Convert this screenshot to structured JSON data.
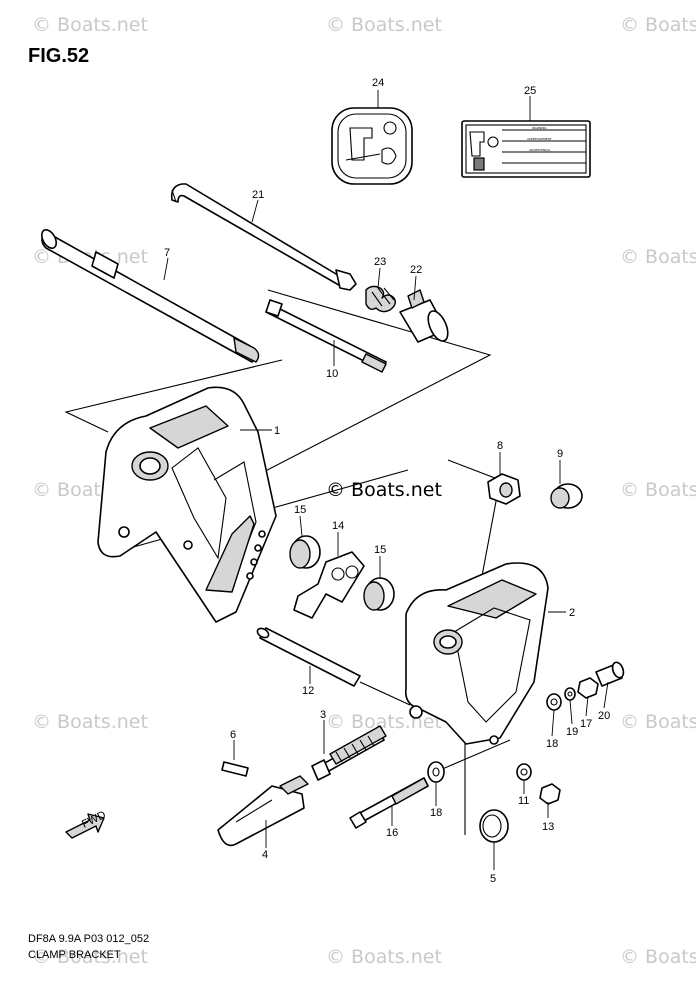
{
  "figure": {
    "title": "FIG.52",
    "footer_code": "DF8A 9.9A P03 012_052",
    "footer_name": "CLAMP BRACKET",
    "watermark": "© Boats.net",
    "direction_marker": "FWD"
  },
  "label_sheet": {
    "rows": [
      "WARNING",
      "AVERTISSEMENT",
      "ADVERTENCIA"
    ]
  },
  "callouts": [
    {
      "id": "c1",
      "label": "1"
    },
    {
      "id": "c2",
      "label": "2"
    },
    {
      "id": "c3",
      "label": "3"
    },
    {
      "id": "c4",
      "label": "4"
    },
    {
      "id": "c5",
      "label": "5"
    },
    {
      "id": "c6",
      "label": "6"
    },
    {
      "id": "c7",
      "label": "7"
    },
    {
      "id": "c8",
      "label": "8"
    },
    {
      "id": "c9",
      "label": "9"
    },
    {
      "id": "c10",
      "label": "10"
    },
    {
      "id": "c11",
      "label": "11"
    },
    {
      "id": "c12",
      "label": "12"
    },
    {
      "id": "c13",
      "label": "13"
    },
    {
      "id": "c14",
      "label": "14"
    },
    {
      "id": "c15a",
      "label": "15"
    },
    {
      "id": "c15b",
      "label": "15"
    },
    {
      "id": "c16",
      "label": "16"
    },
    {
      "id": "c17",
      "label": "17"
    },
    {
      "id": "c18a",
      "label": "18"
    },
    {
      "id": "c18b",
      "label": "18"
    },
    {
      "id": "c19",
      "label": "19"
    },
    {
      "id": "c20",
      "label": "20"
    },
    {
      "id": "c21",
      "label": "21"
    },
    {
      "id": "c22",
      "label": "22"
    },
    {
      "id": "c23",
      "label": "23"
    },
    {
      "id": "c24",
      "label": "24"
    },
    {
      "id": "c25",
      "label": "25"
    }
  ]
}
